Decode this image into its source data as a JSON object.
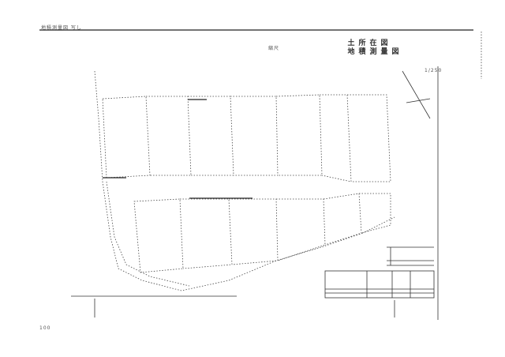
{
  "header": {
    "doc_caption": "地積測量図 写し"
  },
  "title_block": {
    "row1": [
      "土",
      "所",
      "在",
      "図"
    ],
    "row2": [
      "地",
      "積",
      "測",
      "量",
      "図"
    ],
    "label_scale": "縮尺",
    "scale_value": "1/250"
  },
  "page": {
    "number": "100"
  }
}
